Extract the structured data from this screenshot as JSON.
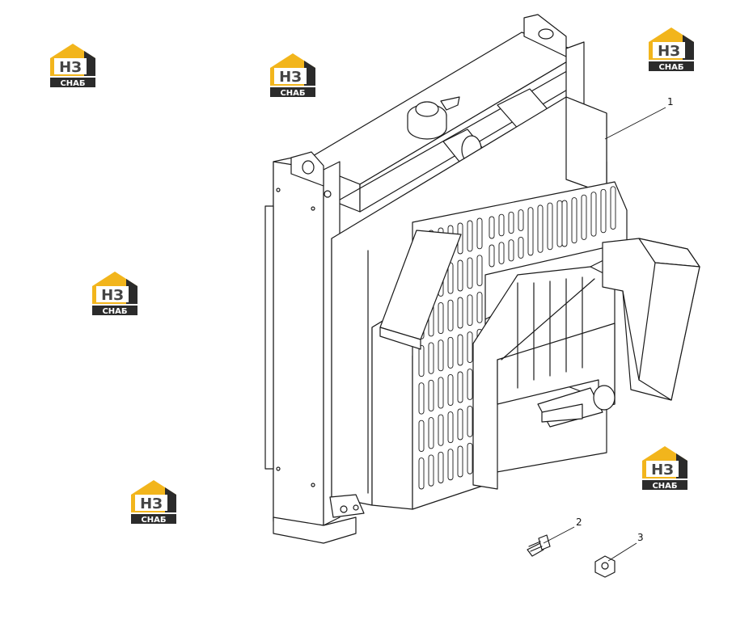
{
  "colors": {
    "line": "#1a1a1a",
    "fill": "#ffffff",
    "logo_yellow": "#f2b51c",
    "logo_dark": "#2b2b2b",
    "logo_letter": "#444444"
  },
  "watermark": {
    "top_text": "НЗ",
    "bottom_text": "СНАБ",
    "count": 6
  },
  "callouts": [
    {
      "id": "1",
      "label": "1"
    },
    {
      "id": "2",
      "label": "2"
    },
    {
      "id": "3",
      "label": "3"
    }
  ]
}
